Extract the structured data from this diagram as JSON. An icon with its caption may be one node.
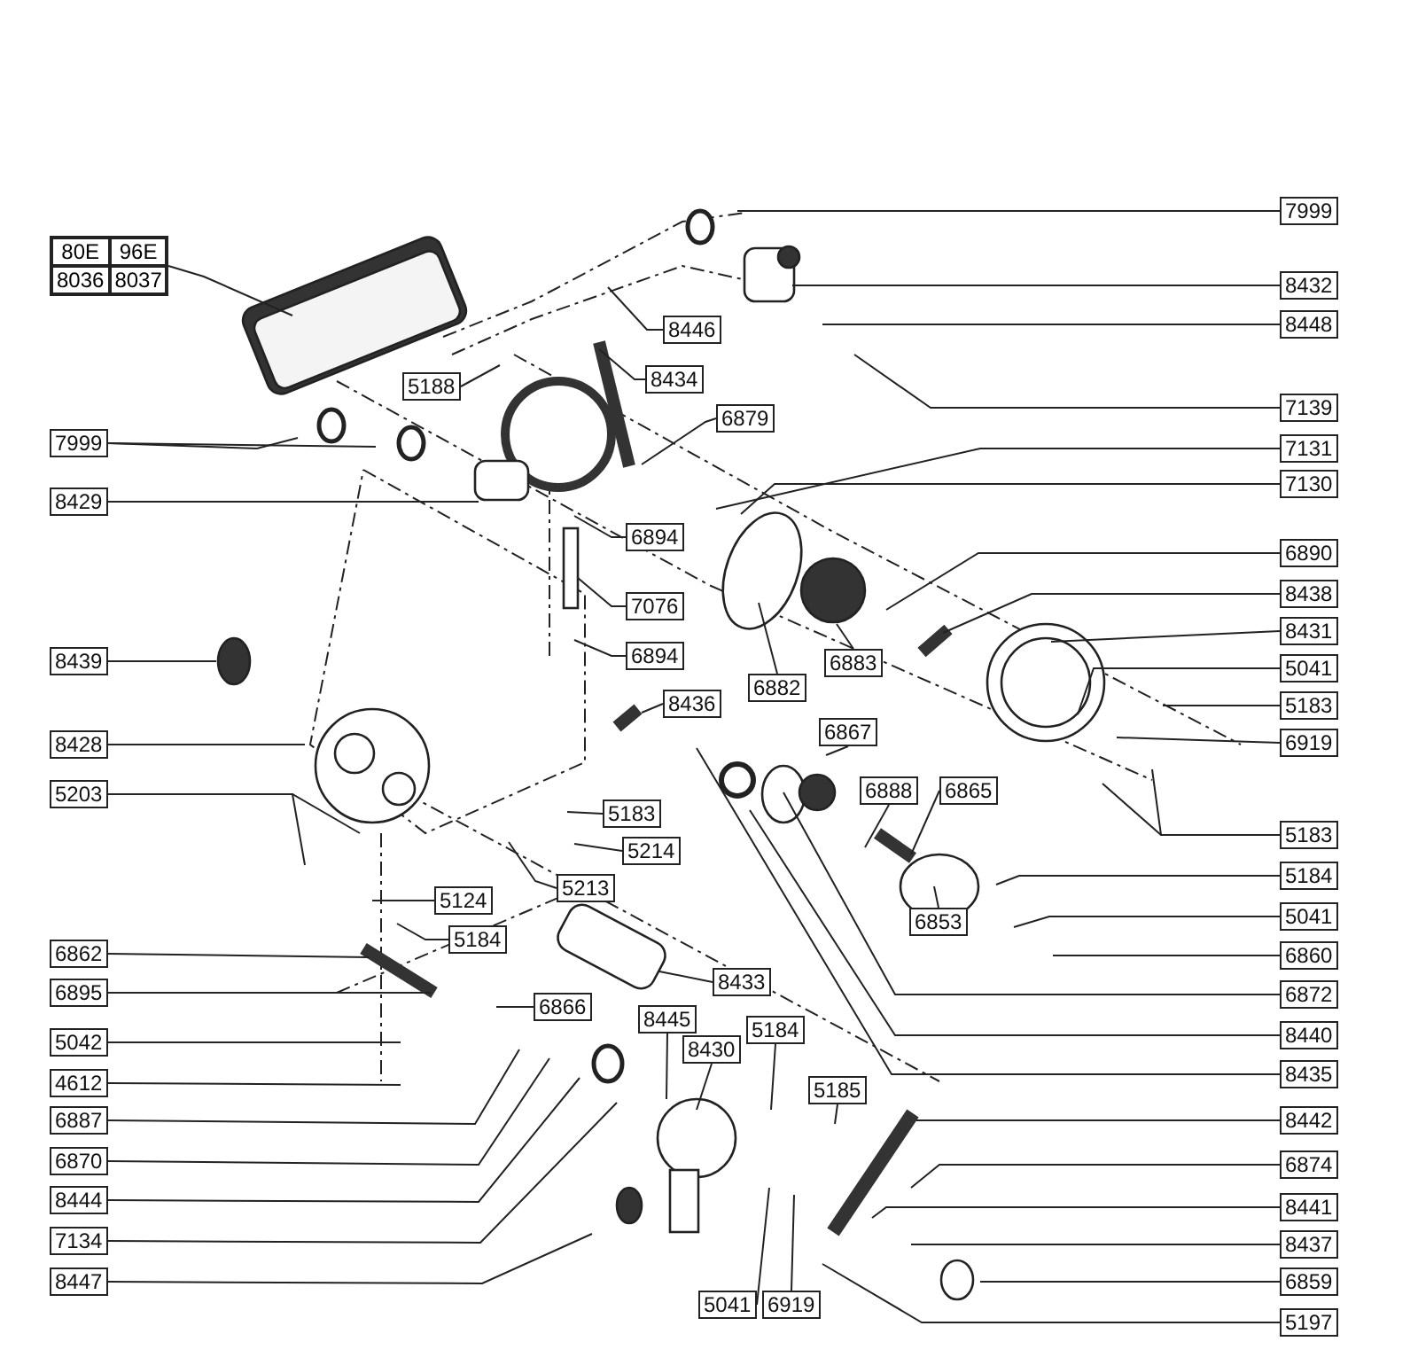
{
  "diagram": {
    "nodes": [
      {
        "text": [
          "80E",
          "96E",
          "8036",
          "8037"
        ]
      },
      {
        "text": [
          "7999"
        ]
      },
      {
        "text": [
          "8432"
        ]
      },
      {
        "text": [
          "8446"
        ]
      },
      {
        "text": [
          "8448"
        ]
      },
      {
        "text": [
          "8434"
        ]
      },
      {
        "text": [
          "5188"
        ]
      },
      {
        "text": [
          "7139"
        ]
      },
      {
        "text": [
          "6879"
        ]
      },
      {
        "text": [
          "7999"
        ]
      },
      {
        "text": [
          "7131"
        ]
      },
      {
        "text": [
          "8429"
        ]
      },
      {
        "text": [
          "7130"
        ]
      },
      {
        "text": [
          "6894"
        ]
      },
      {
        "text": [
          "6890"
        ]
      },
      {
        "text": [
          "8438"
        ]
      },
      {
        "text": [
          "7076"
        ]
      },
      {
        "text": [
          "8431"
        ]
      },
      {
        "text": [
          "8439"
        ]
      },
      {
        "text": [
          "6894"
        ]
      },
      {
        "text": [
          "6882"
        ]
      },
      {
        "text": [
          "6883"
        ]
      },
      {
        "text": [
          "5041"
        ]
      },
      {
        "text": [
          "8436"
        ]
      },
      {
        "text": [
          "5183"
        ]
      },
      {
        "text": [
          "8428"
        ]
      },
      {
        "text": [
          "6919"
        ]
      },
      {
        "text": [
          "6867"
        ]
      },
      {
        "text": [
          "5203"
        ]
      },
      {
        "text": [
          "6888"
        ]
      },
      {
        "text": [
          "6865"
        ]
      },
      {
        "text": [
          "5183"
        ]
      },
      {
        "text": [
          "5183"
        ]
      },
      {
        "text": [
          "5214"
        ]
      },
      {
        "text": [
          "5184"
        ]
      },
      {
        "text": [
          "5213"
        ]
      },
      {
        "text": [
          "5124"
        ]
      },
      {
        "text": [
          "6853"
        ]
      },
      {
        "text": [
          "5041"
        ]
      },
      {
        "text": [
          "5184"
        ]
      },
      {
        "text": [
          "6862"
        ]
      },
      {
        "text": [
          "6860"
        ]
      },
      {
        "text": [
          "8433"
        ]
      },
      {
        "text": [
          "6895"
        ]
      },
      {
        "text": [
          "6866"
        ]
      },
      {
        "text": [
          "6872"
        ]
      },
      {
        "text": [
          "8445"
        ]
      },
      {
        "text": [
          "8430"
        ]
      },
      {
        "text": [
          "5184"
        ]
      },
      {
        "text": [
          "5042"
        ]
      },
      {
        "text": [
          "8440"
        ]
      },
      {
        "text": [
          "5185"
        ]
      },
      {
        "text": [
          "8435"
        ]
      },
      {
        "text": [
          "4612"
        ]
      },
      {
        "text": [
          "8442"
        ]
      },
      {
        "text": [
          "6887"
        ]
      },
      {
        "text": [
          "6874"
        ]
      },
      {
        "text": [
          "6870"
        ]
      },
      {
        "text": [
          "8444"
        ]
      },
      {
        "text": [
          "8441"
        ]
      },
      {
        "text": [
          "8437"
        ]
      },
      {
        "text": [
          "7134"
        ]
      },
      {
        "text": [
          "6859"
        ]
      },
      {
        "text": [
          "8447"
        ]
      },
      {
        "text": [
          "5041"
        ]
      },
      {
        "text": [
          "6919"
        ]
      },
      {
        "text": [
          "5197"
        ]
      }
    ],
    "edges": [
      {
        "from": 0,
        "to": null,
        "arrow": "none"
      },
      {
        "from": 1,
        "to": null,
        "arrow": "none"
      },
      {
        "from": 2,
        "to": null,
        "arrow": "none"
      },
      {
        "from": 3,
        "to": null,
        "arrow": "none"
      },
      {
        "from": 4,
        "to": null,
        "arrow": "none"
      },
      {
        "from": 5,
        "to": null,
        "arrow": "none"
      },
      {
        "from": 6,
        "to": null,
        "arrow": "none"
      },
      {
        "from": 7,
        "to": null,
        "arrow": "none"
      },
      {
        "from": 8,
        "to": null,
        "arrow": "none"
      },
      {
        "from": 9,
        "to": null,
        "arrow": "none"
      },
      {
        "from": 9,
        "to": null,
        "arrow": "none"
      },
      {
        "from": 10,
        "to": null,
        "arrow": "none"
      },
      {
        "from": 11,
        "to": null,
        "arrow": "none"
      },
      {
        "from": 12,
        "to": null,
        "arrow": "none"
      },
      {
        "from": 13,
        "to": null,
        "arrow": "none"
      },
      {
        "from": 14,
        "to": null,
        "arrow": "none"
      },
      {
        "from": 15,
        "to": null,
        "arrow": "none"
      },
      {
        "from": 16,
        "to": null,
        "arrow": "none"
      },
      {
        "from": 17,
        "to": null,
        "arrow": "none"
      },
      {
        "from": 18,
        "to": null,
        "arrow": "none"
      },
      {
        "from": 19,
        "to": null,
        "arrow": "none"
      },
      {
        "from": 20,
        "to": null,
        "arrow": "none"
      },
      {
        "from": 21,
        "to": null,
        "arrow": "none"
      },
      {
        "from": 22,
        "to": null,
        "arrow": "none"
      },
      {
        "from": 23,
        "to": null,
        "arrow": "none"
      },
      {
        "from": 24,
        "to": null,
        "arrow": "none"
      },
      {
        "from": 25,
        "to": null,
        "arrow": "none"
      },
      {
        "from": 26,
        "to": null,
        "arrow": "none"
      },
      {
        "from": 27,
        "to": null,
        "arrow": "none"
      },
      {
        "from": 28,
        "to": null,
        "arrow": "none"
      },
      {
        "from": 28,
        "to": null,
        "arrow": "none"
      },
      {
        "from": 29,
        "to": null,
        "arrow": "none"
      },
      {
        "from": 30,
        "to": null,
        "arrow": "none"
      },
      {
        "from": 31,
        "to": null,
        "arrow": "none"
      },
      {
        "from": 31,
        "to": null,
        "arrow": "none"
      },
      {
        "from": 32,
        "to": null,
        "arrow": "none"
      },
      {
        "from": 33,
        "to": null,
        "arrow": "none"
      },
      {
        "from": 34,
        "to": null,
        "arrow": "none"
      },
      {
        "from": 35,
        "to": null,
        "arrow": "none"
      },
      {
        "from": 36,
        "to": null,
        "arrow": "none"
      },
      {
        "from": 37,
        "to": null,
        "arrow": "none"
      },
      {
        "from": 38,
        "to": null,
        "arrow": "none"
      },
      {
        "from": 39,
        "to": null,
        "arrow": "none"
      },
      {
        "from": 40,
        "to": null,
        "arrow": "none"
      },
      {
        "from": 41,
        "to": null,
        "arrow": "none"
      },
      {
        "from": 42,
        "to": null,
        "arrow": "none"
      },
      {
        "from": 43,
        "to": null,
        "arrow": "none"
      },
      {
        "from": 44,
        "to": null,
        "arrow": "none"
      },
      {
        "from": 45,
        "to": null,
        "arrow": "none"
      },
      {
        "from": 46,
        "to": null,
        "arrow": "none"
      },
      {
        "from": 47,
        "to": null,
        "arrow": "none"
      },
      {
        "from": 48,
        "to": null,
        "arrow": "none"
      },
      {
        "from": 49,
        "to": null,
        "arrow": "none"
      },
      {
        "from": 50,
        "to": null,
        "arrow": "none"
      },
      {
        "from": 51,
        "to": null,
        "arrow": "none"
      },
      {
        "from": 52,
        "to": null,
        "arrow": "none"
      },
      {
        "from": 53,
        "to": null,
        "arrow": "none"
      },
      {
        "from": 54,
        "to": null,
        "arrow": "none"
      },
      {
        "from": 55,
        "to": null,
        "arrow": "none"
      },
      {
        "from": 56,
        "to": null,
        "arrow": "none"
      },
      {
        "from": 57,
        "to": null,
        "arrow": "none"
      },
      {
        "from": 58,
        "to": null,
        "arrow": "none"
      },
      {
        "from": 59,
        "to": null,
        "arrow": "none"
      },
      {
        "from": 60,
        "to": null,
        "arrow": "none"
      },
      {
        "from": 61,
        "to": null,
        "arrow": "none"
      },
      {
        "from": 62,
        "to": null,
        "arrow": "none"
      },
      {
        "from": 63,
        "to": null,
        "arrow": "none"
      },
      {
        "from": 64,
        "to": null,
        "arrow": "none"
      },
      {
        "from": 65,
        "to": null,
        "arrow": "none"
      },
      {
        "from": 66,
        "to": null,
        "arrow": "none"
      }
    ]
  }
}
